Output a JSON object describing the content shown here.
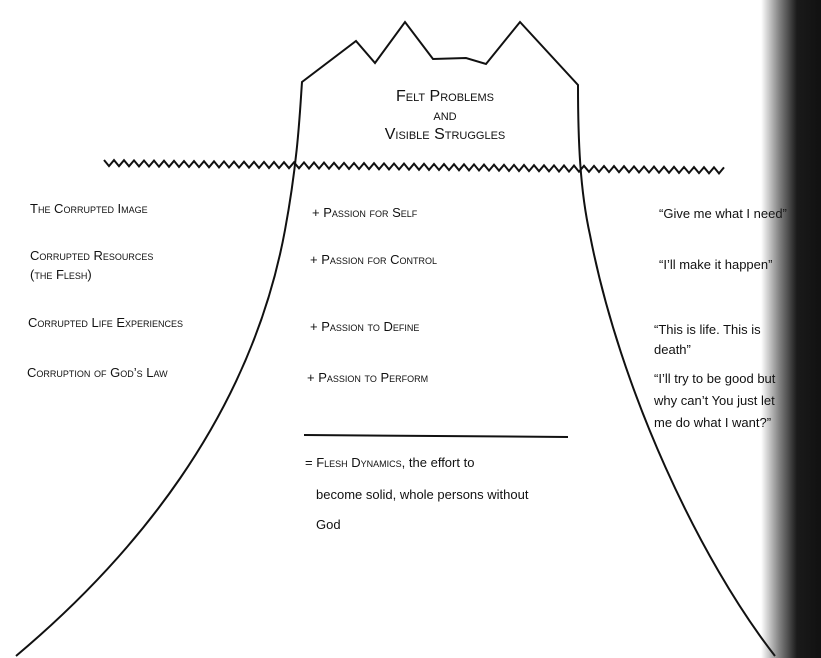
{
  "title": {
    "line1": "Felt Problems",
    "line2": "and",
    "line3": "Visible Struggles"
  },
  "left": {
    "item1": "The Corrupted Image",
    "item2a": "Corrupted Resources",
    "item2b": "(the Flesh)",
    "item3": "Corrupted Life Experiences",
    "item4": "Corruption of God’s Law"
  },
  "middle": {
    "item1": "+ Passion for Self",
    "item2": "+ Passion for Control",
    "item3": "+ Passion to Define",
    "item4": "+ Passion to Perform",
    "result_label": "= Flesh Dynamics,",
    "result_line1": "the effort to",
    "result_line2": "become solid, whole persons without",
    "result_line3": "God"
  },
  "right": {
    "quote1": "“Give me what I need”",
    "quote2": "“I’ll make it happen”",
    "quote3a": "“This is life. This is",
    "quote3b": "death”",
    "quote4a": "“I’ll try to be good but",
    "quote4b": "why can’t You just let",
    "quote4c": "me do what I want?”"
  }
}
